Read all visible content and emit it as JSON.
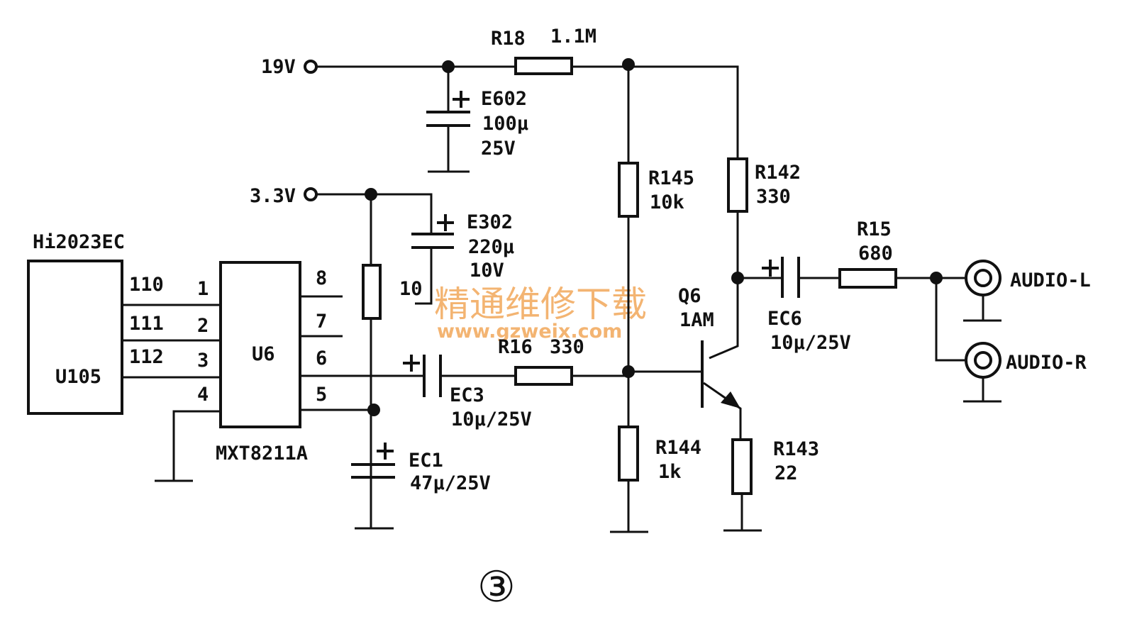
{
  "figure_number": "③",
  "watermark": {
    "title": "精通维修下载",
    "url": "www.gzweix.com"
  },
  "supplies": {
    "v19": "19V",
    "v33": "3.3V"
  },
  "chips": {
    "u105": {
      "part": "Hi2023EC",
      "ref": "U105",
      "pins": [
        "110",
        "111",
        "112"
      ]
    },
    "u6": {
      "ref": "U6",
      "part": "MXT8211A",
      "left_pins": [
        "1",
        "2",
        "3",
        "4"
      ],
      "right_pins": [
        "8",
        "7",
        "6",
        "5"
      ],
      "pin10": "10"
    }
  },
  "resistors": {
    "r18": {
      "ref": "R18",
      "value": "1.1M"
    },
    "r145": {
      "ref": "R145",
      "value": "10k"
    },
    "r142": {
      "ref": "R142",
      "value": "330"
    },
    "r16": {
      "ref": "R16",
      "value": "330"
    },
    "r144": {
      "ref": "R144",
      "value": "1k"
    },
    "r143": {
      "ref": "R143",
      "value": "22"
    },
    "r15": {
      "ref": "R15",
      "value": "680"
    }
  },
  "capacitors": {
    "e602": {
      "ref": "E602",
      "value": "100μ",
      "voltage": "25V"
    },
    "e302": {
      "ref": "E302",
      "value": "220μ",
      "voltage": "10V"
    },
    "ec1": {
      "ref": "EC1",
      "value": "47μ/25V"
    },
    "ec3": {
      "ref": "EC3",
      "value": "10μ/25V"
    },
    "ec6": {
      "ref": "EC6",
      "value": "10μ/25V"
    }
  },
  "transistor": {
    "ref": "Q6",
    "part": "1AM"
  },
  "outputs": {
    "left": "AUDIO-L",
    "right": "AUDIO-R"
  }
}
